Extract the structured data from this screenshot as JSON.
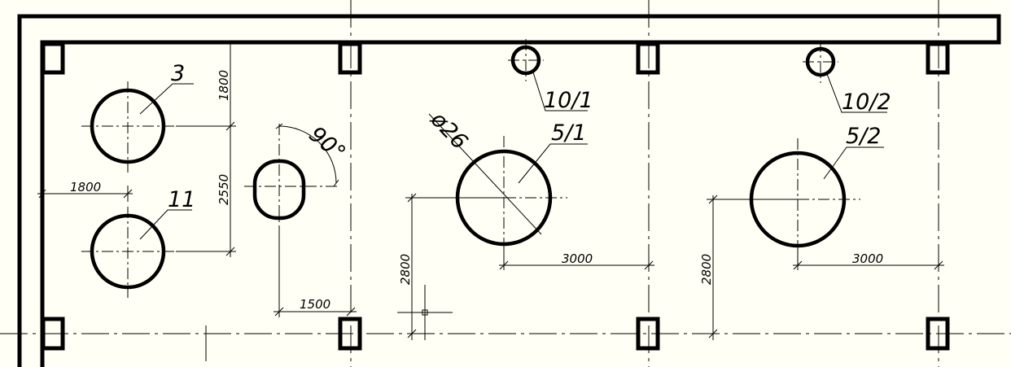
{
  "labels": {
    "opening_3": "3",
    "opening_11": "11",
    "opening_5_1": "5/1",
    "opening_5_2": "5/2",
    "opening_10_1": "10/1",
    "opening_10_2": "10/2",
    "diameter": "ø26",
    "angle": "90°"
  },
  "dimensions": {
    "d_1800_vertical": "1800",
    "d_2550": "2550",
    "d_1800_horizontal": "1800",
    "d_1500": "1500",
    "d_2800_left": "2800",
    "d_3000_left": "3000",
    "d_2800_right": "2800",
    "d_3000_right": "3000"
  }
}
